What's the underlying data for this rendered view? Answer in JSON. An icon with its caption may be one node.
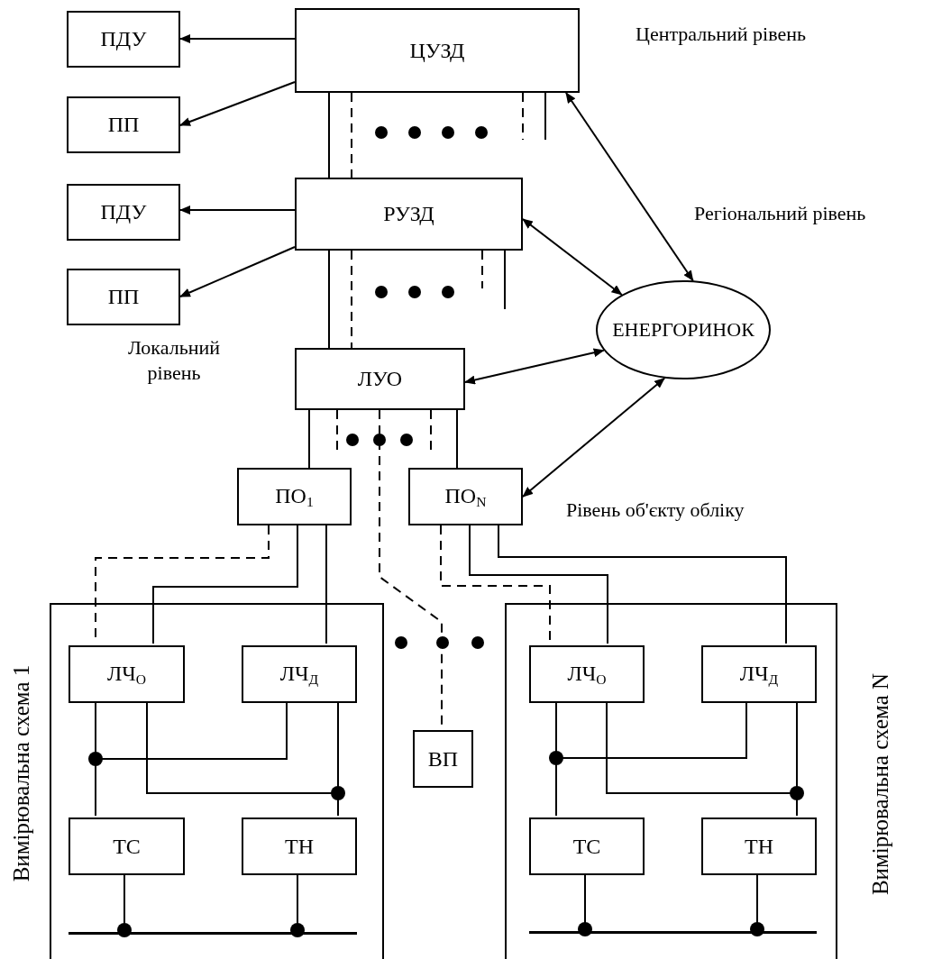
{
  "diagram": {
    "nodes": [
      {
        "text": [
          "ЦУЗД"
        ]
      },
      {
        "text": [
          "ПДУ"
        ]
      },
      {
        "text": [
          "ПП"
        ]
      },
      {
        "text": [
          "РУЗД"
        ]
      },
      {
        "text": [
          "ПДУ"
        ]
      },
      {
        "text": [
          "ПП"
        ]
      },
      {
        "text": [
          "ЕНЕРГОРИНОК"
        ]
      },
      {
        "text": [
          "ЛУО"
        ]
      },
      {
        "text": [
          "ПО$_{1}$"
        ]
      },
      {
        "text": [
          "ПО$_{N}$"
        ]
      },
      {
        "text": [
          "Вимірювальна схема 1"
        ]
      },
      {
        "text": [
          "ЛЧ$_{О}$"
        ],
        "in": 10
      },
      {
        "text": [
          "ЛЧ$_{Д}$"
        ],
        "in": 10
      },
      {
        "text": [
          "ТС"
        ],
        "in": 10
      },
      {
        "text": [
          "ТН"
        ],
        "in": 10
      },
      {
        "text": [],
        "shape": "bar",
        "in": 10
      },
      {
        "text": [
          "ВП"
        ]
      },
      {
        "text": [
          "Вимірювальна схема N"
        ]
      },
      {
        "text": [
          "ЛЧ$_{О}$"
        ],
        "in": 17
      },
      {
        "text": [
          "ЛЧ$_{Д}$"
        ],
        "in": 17
      },
      {
        "text": [
          "ТС"
        ],
        "in": 17
      },
      {
        "text": [
          "ТН"
        ],
        "in": 17
      },
      {
        "text": [],
        "shape": "bar",
        "in": 17
      }
    ],
    "edges": [
      {
        "from": 0,
        "to": 1,
        "arrow": "to"
      },
      {
        "from": 0,
        "to": 2,
        "arrow": "to"
      },
      {
        "from": 3,
        "to": 4,
        "arrow": "to"
      },
      {
        "from": 3,
        "to": 5,
        "arrow": "to"
      },
      {
        "from": 0,
        "to": 6,
        "arrow": "both"
      },
      {
        "from": 3,
        "to": 6,
        "arrow": "both"
      },
      {
        "from": 7,
        "to": 6,
        "arrow": "both"
      },
      {
        "from": 9,
        "to": 6,
        "arrow": "both"
      },
      {
        "from": 0,
        "to": 3,
        "arrow": "none"
      },
      {
        "from": 0,
        "to": 3,
        "arrow": "none",
        "style": "dashed"
      },
      {
        "from": 0,
        "to": null,
        "arrow": "none",
        "style": "dashed"
      },
      {
        "from": 0,
        "to": null,
        "arrow": "none"
      },
      {
        "from": 3,
        "to": 7,
        "arrow": "none"
      },
      {
        "from": 3,
        "to": 7,
        "arrow": "none",
        "style": "dashed"
      },
      {
        "from": 3,
        "to": null,
        "arrow": "none",
        "style": "dashed"
      },
      {
        "from": 3,
        "to": null,
        "arrow": "none"
      },
      {
        "from": 7,
        "to": 8,
        "arrow": "none"
      },
      {
        "from": 7,
        "to": null,
        "arrow": "none",
        "style": "dashed"
      },
      {
        "from": 7,
        "to": 16,
        "arrow": "none",
        "style": "dashed"
      },
      {
        "from": 7,
        "to": null,
        "arrow": "none",
        "style": "dashed"
      },
      {
        "from": 7,
        "to": 9,
        "arrow": "none"
      },
      {
        "from": 8,
        "to": 11,
        "arrow": "none",
        "style": "dashed"
      },
      {
        "from": 8,
        "to": 11,
        "arrow": "none"
      },
      {
        "from": 8,
        "to": 12,
        "arrow": "none"
      },
      {
        "from": 9,
        "to": 18,
        "arrow": "none",
        "style": "dashed"
      },
      {
        "from": 9,
        "to": 18,
        "arrow": "none"
      },
      {
        "from": 9,
        "to": 19,
        "arrow": "none"
      },
      {
        "from": 11,
        "to": 13,
        "arrow": "none"
      },
      {
        "from": 12,
        "to": 13,
        "arrow": "none"
      },
      {
        "from": 11,
        "to": 14,
        "arrow": "none"
      },
      {
        "from": 12,
        "to": 14,
        "arrow": "none"
      },
      {
        "from": 13,
        "to": 15,
        "arrow": "other"
      },
      {
        "from": 14,
        "to": 15,
        "arrow": "other"
      },
      {
        "from": 18,
        "to": 20,
        "arrow": "none"
      },
      {
        "from": 19,
        "to": 20,
        "arrow": "none"
      },
      {
        "from": 18,
        "to": 21,
        "arrow": "none"
      },
      {
        "from": 19,
        "to": 21,
        "arrow": "none"
      },
      {
        "from": 20,
        "to": 22,
        "arrow": "other"
      },
      {
        "from": 21,
        "to": 22,
        "arrow": "other"
      }
    ],
    "labels": [
      "Центральний рівень",
      "Регіональний рівень",
      "Локальний рівень",
      "Рівень об'єкту обліку"
    ]
  }
}
